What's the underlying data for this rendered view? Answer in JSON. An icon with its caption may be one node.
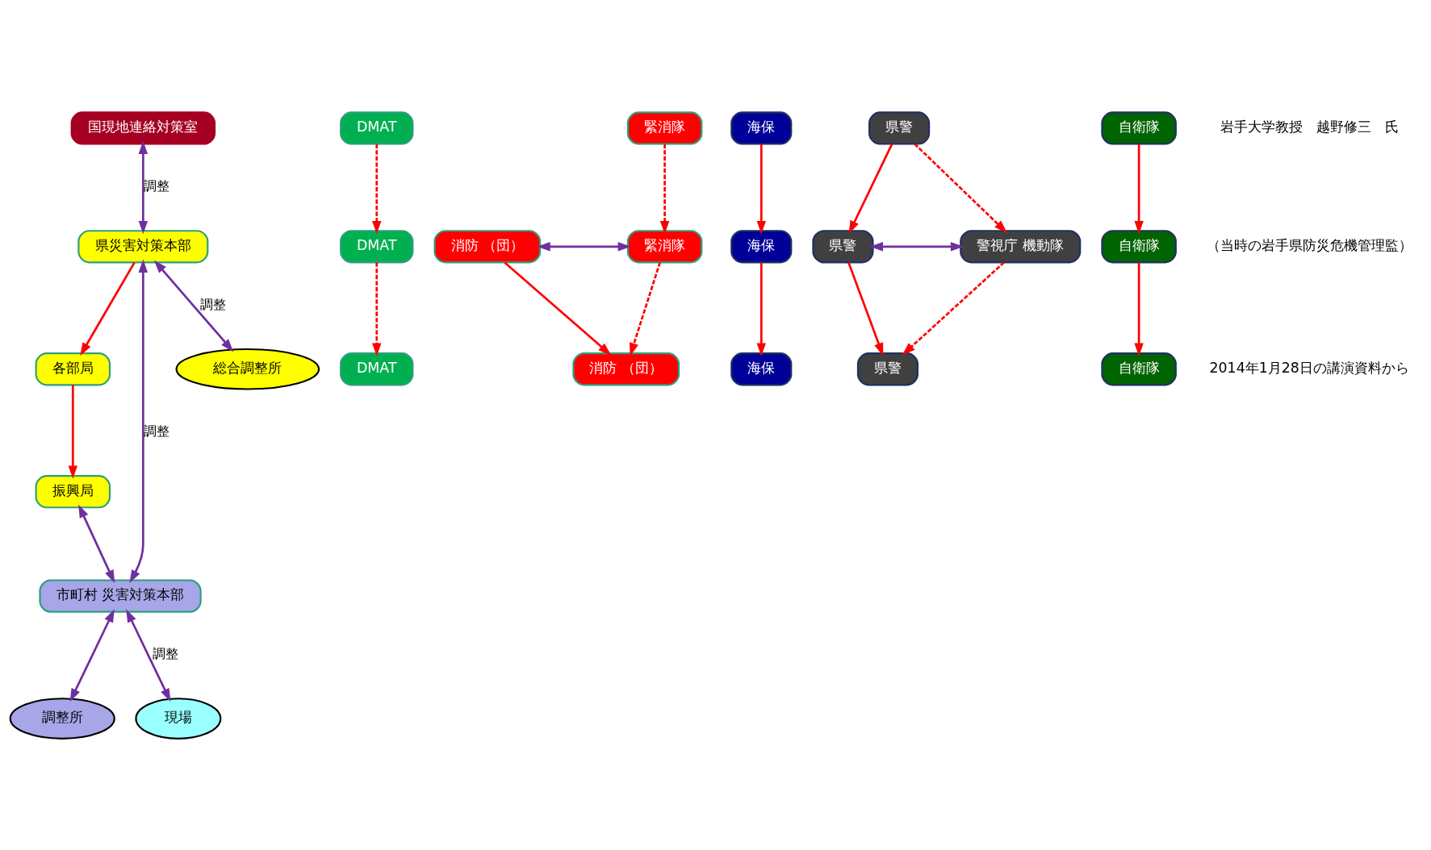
{
  "diagram": {
    "nodes": [
      {
        "text": [
          "国現地連絡対策室"
        ]
      },
      {
        "text": [
          "県災害対策本部"
        ]
      },
      {
        "text": [
          "各部局"
        ]
      },
      {
        "text": [
          "振興局"
        ]
      },
      {
        "text": [
          "市町村 災害対策本部"
        ]
      },
      {
        "text": [
          "総合調整所"
        ]
      },
      {
        "text": [
          "DMAT"
        ]
      },
      {
        "text": [
          "緊消隊"
        ]
      },
      {
        "text": [
          "海保"
        ]
      },
      {
        "text": [
          "県警"
        ]
      },
      {
        "text": [
          "自衛隊"
        ]
      },
      {
        "text": [
          "調整所"
        ]
      },
      {
        "text": [
          "DMAT"
        ]
      },
      {
        "text": [
          "消防 （団）"
        ]
      },
      {
        "text": [
          "緊消隊"
        ]
      },
      {
        "text": [
          "海保"
        ]
      },
      {
        "text": [
          "県警"
        ]
      },
      {
        "text": [
          "警視庁 機動隊"
        ]
      },
      {
        "text": [
          "自衛隊"
        ]
      },
      {
        "text": [
          "現場"
        ]
      },
      {
        "text": [
          "DMAT"
        ]
      },
      {
        "text": [
          "消防 （団）"
        ]
      },
      {
        "text": [
          "海保"
        ]
      },
      {
        "text": [
          "県警"
        ]
      },
      {
        "text": [
          "自衛隊"
        ]
      }
    ],
    "edges": [
      {
        "from": 0,
        "to": 1,
        "arrow": "both",
        "label": "調整",
        "color": "#7030a0"
      },
      {
        "from": 1,
        "to": 5,
        "arrow": "both",
        "label": "調整",
        "color": "#7030a0"
      },
      {
        "from": 1,
        "to": 2,
        "arrow": "to"
      },
      {
        "from": 2,
        "to": 3,
        "arrow": "to"
      },
      {
        "from": 1,
        "to": 4,
        "arrow": "both",
        "label": "調整",
        "color": "#7030a0"
      },
      {
        "from": 3,
        "to": 4,
        "arrow": "both",
        "color": "#7030a0"
      },
      {
        "from": 4,
        "to": 11,
        "arrow": "both",
        "color": "#7030a0"
      },
      {
        "from": 4,
        "to": 19,
        "arrow": "both",
        "label": "調整",
        "color": "#7030a0"
      },
      {
        "from": 6,
        "to": 12,
        "arrow": "to",
        "style": "dashed"
      },
      {
        "from": 12,
        "to": 20,
        "arrow": "to",
        "style": "dashed"
      },
      {
        "from": 8,
        "to": 15,
        "arrow": "to"
      },
      {
        "from": 15,
        "to": 22,
        "arrow": "to"
      },
      {
        "from": 10,
        "to": 18,
        "arrow": "to"
      },
      {
        "from": 18,
        "to": 24,
        "arrow": "to"
      },
      {
        "from": 9,
        "to": 16,
        "arrow": "to"
      },
      {
        "from": 16,
        "to": 23,
        "arrow": "to"
      },
      {
        "from": 13,
        "to": 21,
        "arrow": "to"
      },
      {
        "from": 7,
        "to": 14,
        "arrow": "to",
        "style": "dashed"
      },
      {
        "from": 13,
        "to": 14,
        "arrow": "both",
        "color": "#7030a0"
      },
      {
        "from": 16,
        "to": 17,
        "arrow": "both",
        "color": "#7030a0"
      },
      {
        "from": 9,
        "to": 17,
        "arrow": "to",
        "style": "dashed"
      },
      {
        "from": 14,
        "to": 21,
        "arrow": "to",
        "style": "dashed"
      },
      {
        "from": 17,
        "to": 23,
        "arrow": "to",
        "style": "dashed"
      }
    ],
    "labels": [
      "岩手大学教授　越野修三　氏",
      "（当時の岩手県防災危機管理監）",
      "2014年1月28日の講演資料から"
    ]
  }
}
